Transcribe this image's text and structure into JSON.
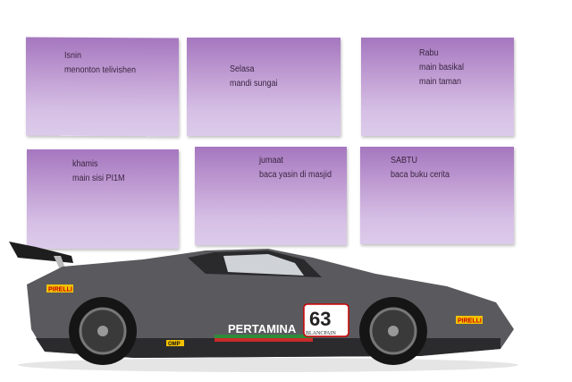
{
  "notes": [
    {
      "day": "Isnin",
      "lines": [
        "menonton telivishen"
      ]
    },
    {
      "day": "Selasa",
      "lines": [
        "mandi sungai"
      ]
    },
    {
      "day": "Rabu",
      "lines": [
        "main basikal",
        "main taman"
      ]
    },
    {
      "day": "khamis",
      "lines": [
        "main sisi PI1M"
      ]
    },
    {
      "day": "jumaat",
      "lines": [
        "baca yasin di masjid"
      ]
    },
    {
      "day": "SABTU",
      "lines": [
        "baca buku cerita"
      ]
    }
  ],
  "car": {
    "sponsor": "PERTAMINA",
    "number": "63",
    "brand": "BLANCPAIN",
    "tyre": "PIRELLI",
    "seat": "OMP"
  },
  "colors": {
    "note_top": "#a577bf",
    "note_bottom": "#dccbea",
    "car_body": "#5a5a5e"
  }
}
